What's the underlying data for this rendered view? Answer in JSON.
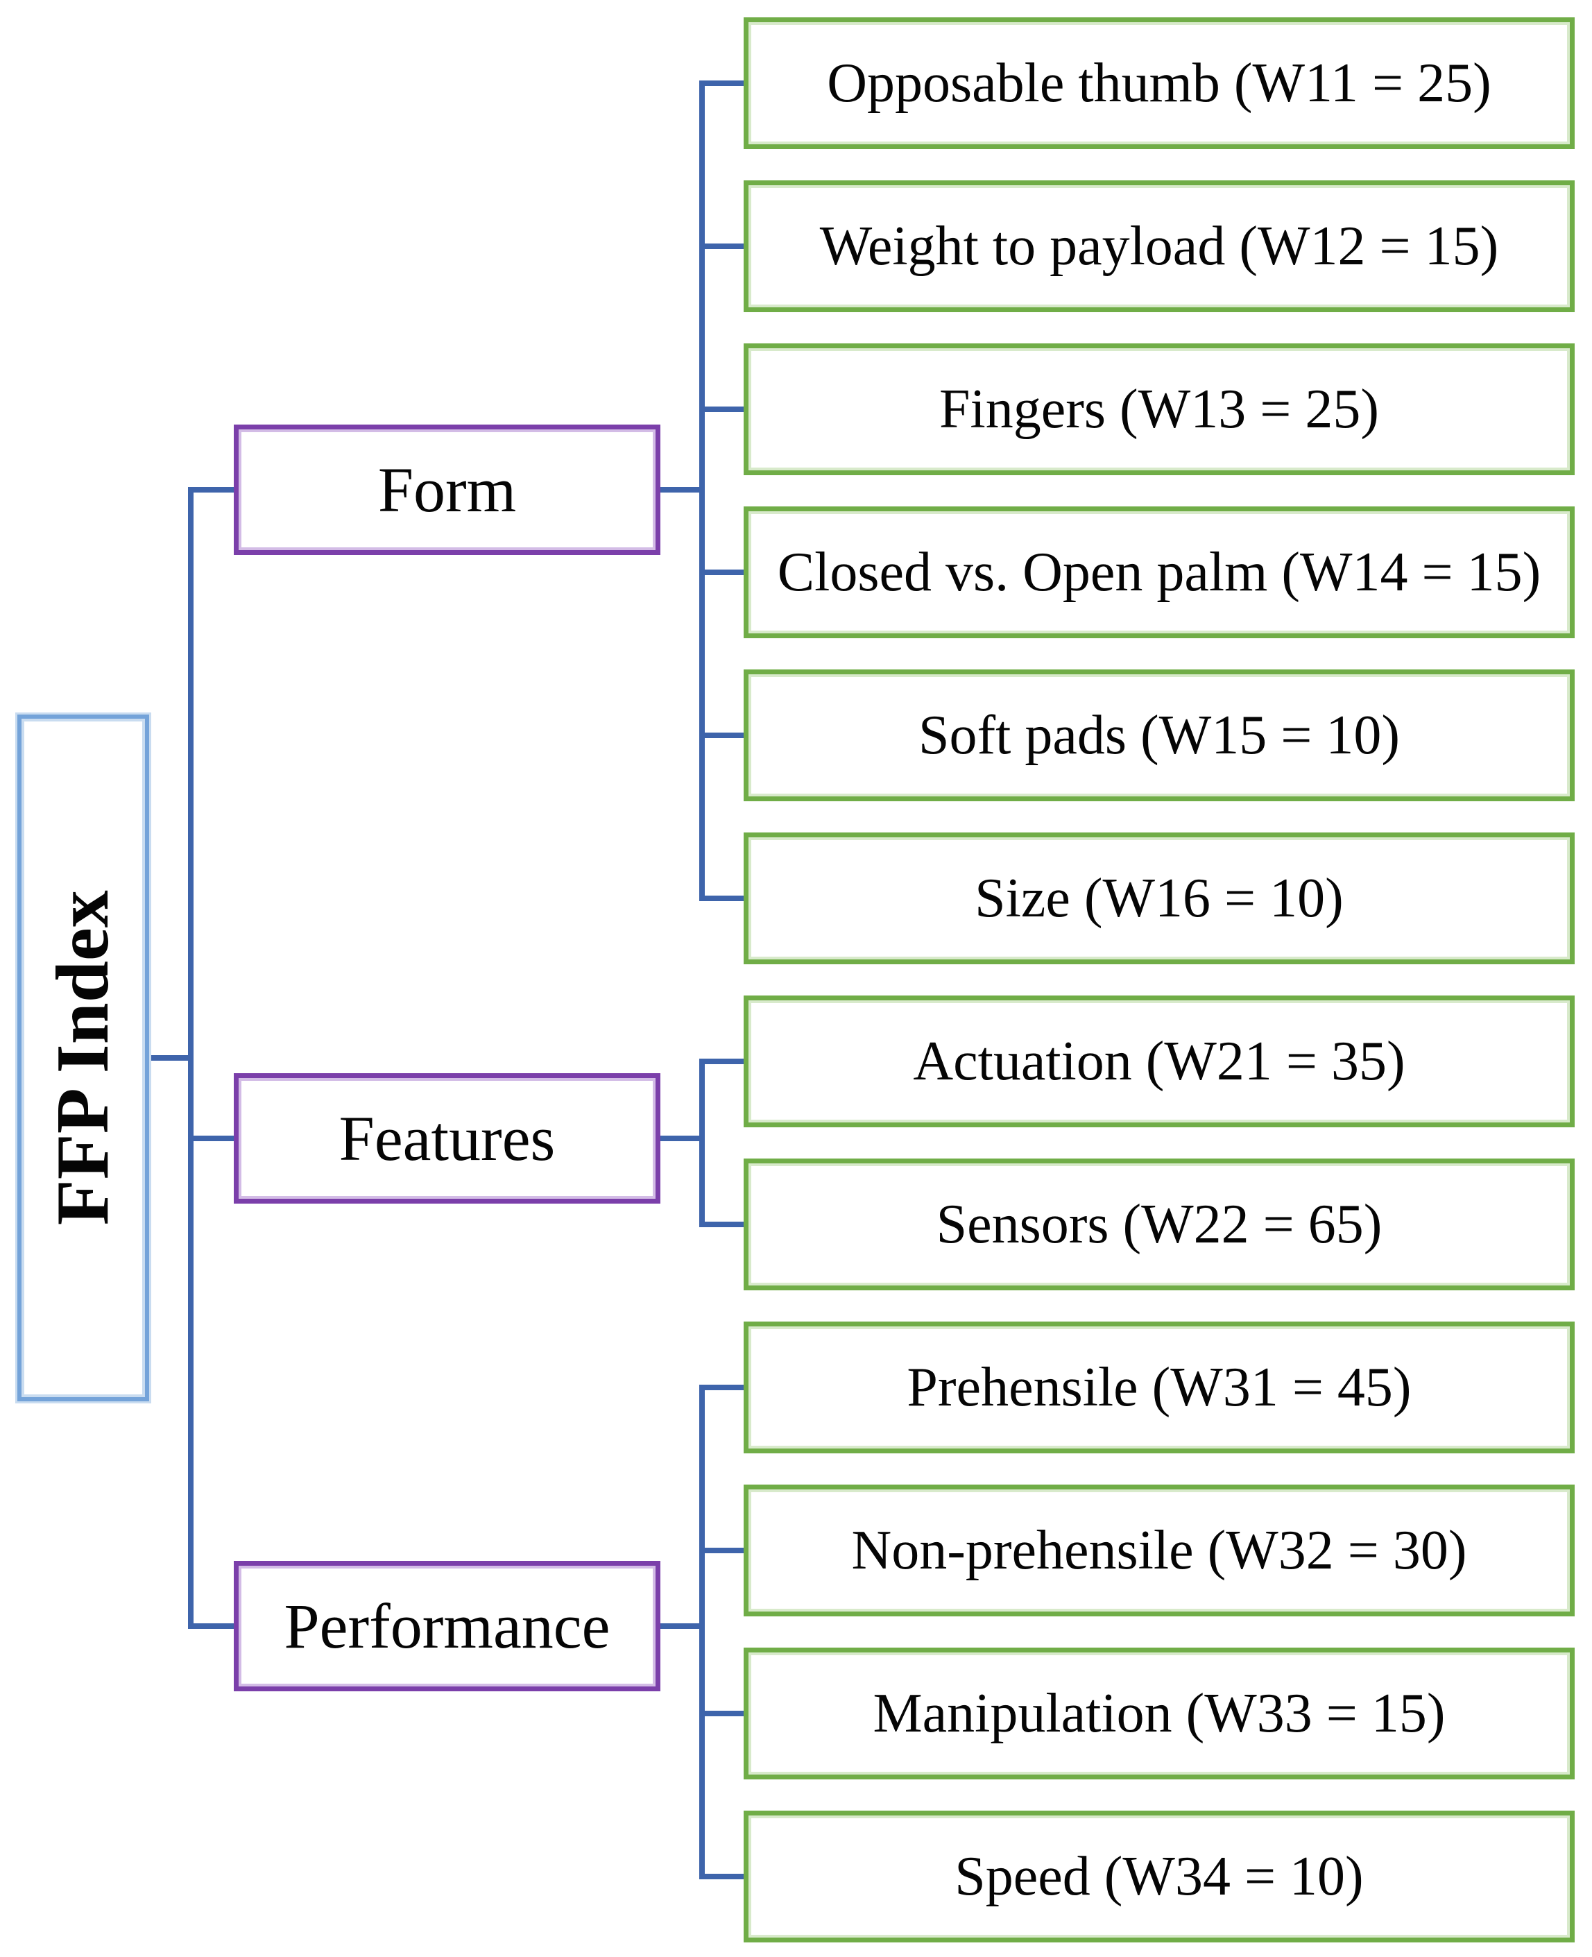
{
  "figure": {
    "type": "hierarchy-diagram",
    "orientation": "left-to-right",
    "root": {
      "label": "FFP Index"
    },
    "categories": [
      {
        "label": "Form",
        "leaves": [
          {
            "label": "Opposable thumb (W11 = 25)",
            "criterion": "Opposable thumb",
            "weight_id": "W11",
            "weight": 25
          },
          {
            "label": "Weight to payload (W12 = 15)",
            "criterion": "Weight to payload",
            "weight_id": "W12",
            "weight": 15
          },
          {
            "label": "Fingers (W13 = 25)",
            "criterion": "Fingers",
            "weight_id": "W13",
            "weight": 25
          },
          {
            "label": "Closed vs. Open palm (W14 = 15)",
            "criterion": "Closed vs. Open palm",
            "weight_id": "W14",
            "weight": 15
          },
          {
            "label": "Soft pads (W15 = 10)",
            "criterion": "Soft pads",
            "weight_id": "W15",
            "weight": 10
          },
          {
            "label": "Size (W16 = 10)",
            "criterion": "Size",
            "weight_id": "W16",
            "weight": 10
          }
        ]
      },
      {
        "label": "Features",
        "leaves": [
          {
            "label": "Actuation (W21 = 35)",
            "criterion": "Actuation",
            "weight_id": "W21",
            "weight": 35
          },
          {
            "label": "Sensors (W22 = 65)",
            "criterion": "Sensors",
            "weight_id": "W22",
            "weight": 65
          }
        ]
      },
      {
        "label": "Performance",
        "leaves": [
          {
            "label": "Prehensile (W31 = 45)",
            "criterion": "Prehensile",
            "weight_id": "W31",
            "weight": 45
          },
          {
            "label": "Non-prehensile (W32 = 30)",
            "criterion": "Non-prehensile",
            "weight_id": "W32",
            "weight": 30
          },
          {
            "label": "Manipulation (W33 = 15)",
            "criterion": "Manipulation",
            "weight_id": "W33",
            "weight": 15
          },
          {
            "label": "Speed (W34 = 10)",
            "criterion": "Speed",
            "weight_id": "W34",
            "weight": 10
          }
        ]
      }
    ],
    "colors": {
      "connector": "#3E64AB",
      "root_border": "#74A3D9",
      "root_border_light": "#C9DCF0",
      "category_border": "#7B3FAA",
      "category_border_light": "#D3BCE6",
      "leaf_border": "#70AD47",
      "leaf_border_light": "#D8EACB",
      "text": "#050505"
    }
  }
}
